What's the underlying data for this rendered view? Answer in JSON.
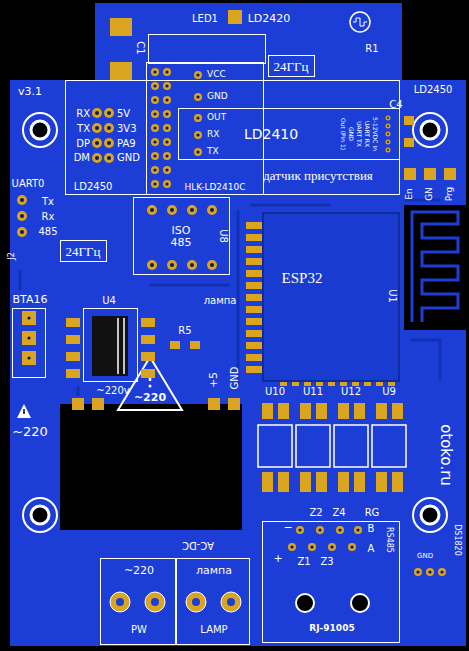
{
  "diagram": {
    "nodes": [
      {
        "text": [
          "LD2420"
        ]
      },
      {
        "text": [
          "24ГГц"
        ]
      },
      {
        "text": [
          "LD2450",
          "LD2450"
        ]
      },
      {
        "text": [
          "HLK-LD2410C"
        ]
      },
      {
        "text": [
          "LD2410"
        ]
      },
      {
        "text": [
          "24ГГц"
        ]
      },
      {
        "text": [
          "ISO 485",
          "U8"
        ]
      },
      {
        "text": [
          "ESP32",
          "U1"
        ]
      },
      {
        "text": [
          "BTA16"
        ]
      },
      {
        "text": [
          "U4"
        ]
      },
      {
        "text": [
          "~220",
          "PW"
        ]
      },
      {
        "text": [
          "лампа",
          "LAMP"
        ]
      },
      {
        "text": [
          "RJ-91005"
        ]
      }
    ],
    "labels": [
      "LED1",
      "R1",
      "C1",
      "v3.1",
      "C4",
      "RX",
      "TX",
      "DP",
      "DM",
      "5V",
      "3V3",
      "PA9",
      "GND",
      "VCC",
      "GND",
      "OUT",
      "RX",
      "TX",
      "Out (Pin 1)",
      "GND",
      "UART TX",
      "UART RX",
      "5-12VDC In",
      "датчик присутствия",
      "UART0",
      "Tx",
      "Rx",
      "485",
      "J2",
      "En",
      "GN",
      "Prg",
      "лампа",
      "R5",
      "~220v",
      "+5",
      "GND",
      "~220",
      "~220",
      "U10",
      "U11",
      "U12",
      "U9",
      "otoko.ru",
      "DS1820",
      "GND",
      "AC-DC",
      "Z2",
      "Z4",
      "RG",
      "−",
      "B",
      "A",
      "RS485",
      "+",
      "Z1",
      "Z3"
    ]
  }
}
